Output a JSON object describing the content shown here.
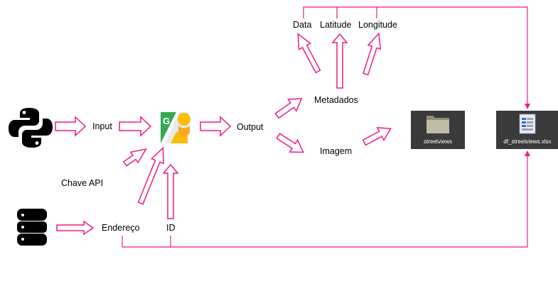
{
  "nodes": {
    "input": "Input",
    "output": "Output",
    "metadados": "Metadados",
    "imagem": "Imagem",
    "chave_api": "Chave API",
    "endereco": "Endereço",
    "id": "ID",
    "data": "Data",
    "latitude": "Latitude",
    "longitude": "Longitude"
  },
  "files": {
    "folder_caption": "streetviews",
    "spreadsheet_caption": "df_streetviews.xlsx"
  },
  "icons": {
    "python": "python-logo-icon",
    "database": "database-icon",
    "google_streetview": "google-street-view-icon",
    "folder": "folder-icon",
    "spreadsheet": "spreadsheet-file-icon"
  },
  "colors": {
    "arrow": "#ee1a87",
    "tile": "#3a3a3a"
  }
}
